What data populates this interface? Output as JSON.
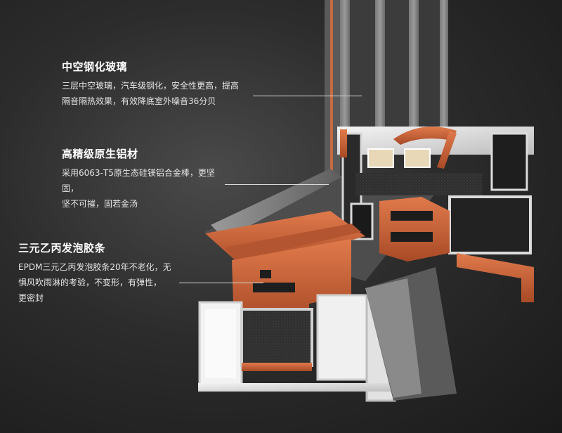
{
  "callouts": [
    {
      "title": "中空钢化玻璃",
      "line1": "三层中空玻璃，汽车级钢化，安全性更高，提高",
      "line2": "隔音隔热效果，有效降底室外噪音36分贝"
    },
    {
      "title": "高精级原生铝材",
      "line1": "采用6063-T5原生态硅镁铝合金棒，更坚固，",
      "line2": "坚不可摧，固若金汤"
    },
    {
      "title": "三元乙丙发泡胶条",
      "line1": "EPDM三元乙丙发泡胶条20年不老化，无",
      "line2": "惧风吹雨淋的考验，不变形，有弹性，",
      "line3": "更密封"
    }
  ],
  "colors": {
    "background": "#2c2c2c",
    "aluminum": "#e8e8e8",
    "gasket": "#c8643c",
    "foam": "#3a3a3a",
    "glass": "#6a6a6a"
  }
}
